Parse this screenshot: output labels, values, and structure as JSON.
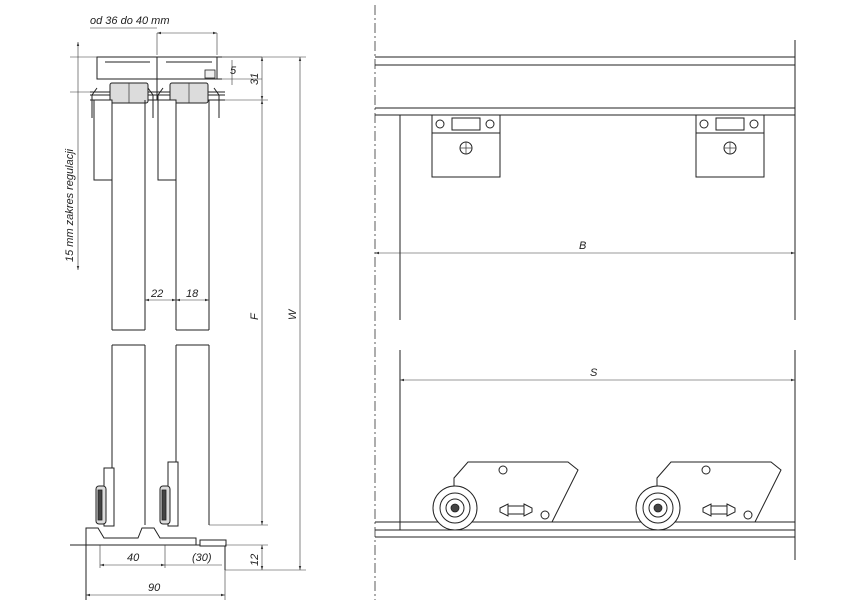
{
  "dimensions": {
    "top_range": "od 36 do 40 mm",
    "adjust_range": "15 mm zakres regulacji",
    "five": "5",
    "thirty_one": "31",
    "twenty_two": "22",
    "eighteen": "18",
    "f": "F",
    "w": "W",
    "forty": "40",
    "thirty_paren": "(30)",
    "twelve": "12",
    "ninety": "90",
    "b": "B",
    "s": "S"
  }
}
